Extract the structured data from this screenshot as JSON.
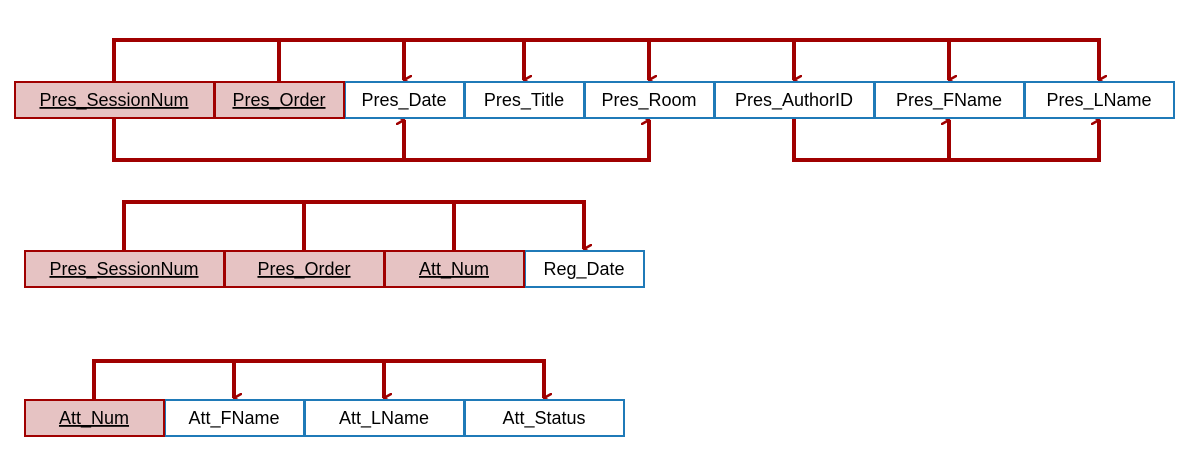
{
  "colors": {
    "key_fill": "#e6c3c3",
    "key_border": "#a00000",
    "attr_fill": "#ffffff",
    "attr_border": "#1f7ab8",
    "dependency_line": "#a00000"
  },
  "relations": [
    {
      "id": "presentation",
      "cells": [
        {
          "label": "Pres_SessionNum",
          "key": true
        },
        {
          "label": "Pres_Order",
          "key": true
        },
        {
          "label": "Pres_Date",
          "key": false
        },
        {
          "label": "Pres_Title",
          "key": false
        },
        {
          "label": "Pres_Room",
          "key": false
        },
        {
          "label": "Pres_AuthorID",
          "key": false
        },
        {
          "label": "Pres_FName",
          "key": false
        },
        {
          "label": "Pres_LName",
          "key": false
        }
      ]
    },
    {
      "id": "registration",
      "cells": [
        {
          "label": "Pres_SessionNum",
          "key": true
        },
        {
          "label": "Pres_Order",
          "key": true
        },
        {
          "label": "Att_Num",
          "key": true
        },
        {
          "label": "Reg_Date",
          "key": false
        }
      ]
    },
    {
      "id": "attendee",
      "cells": [
        {
          "label": "Att_Num",
          "key": true
        },
        {
          "label": "Att_FName",
          "key": false
        },
        {
          "label": "Att_LName",
          "key": false
        },
        {
          "label": "Att_Status",
          "key": false
        }
      ]
    }
  ],
  "dependencies": [
    {
      "type": "full",
      "relation": "presentation",
      "from": [
        "Pres_SessionNum",
        "Pres_Order"
      ],
      "to": [
        "Pres_Date",
        "Pres_Title",
        "Pres_Room",
        "Pres_AuthorID",
        "Pres_FName",
        "Pres_LName"
      ]
    },
    {
      "type": "partial",
      "relation": "presentation",
      "from": [
        "Pres_SessionNum"
      ],
      "to": [
        "Pres_Date",
        "Pres_Room"
      ]
    },
    {
      "type": "transitive",
      "relation": "presentation",
      "from": [
        "Pres_AuthorID"
      ],
      "to": [
        "Pres_FName",
        "Pres_LName"
      ]
    },
    {
      "type": "full",
      "relation": "registration",
      "from": [
        "Pres_SessionNum",
        "Pres_Order",
        "Att_Num"
      ],
      "to": [
        "Reg_Date"
      ]
    },
    {
      "type": "full",
      "relation": "attendee",
      "from": [
        "Att_Num"
      ],
      "to": [
        "Att_FName",
        "Att_LName",
        "Att_Status"
      ]
    }
  ]
}
